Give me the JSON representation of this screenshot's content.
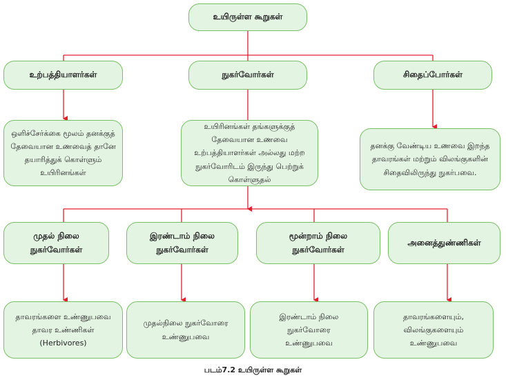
{
  "root": "உயிருள்ள கூறுகள்",
  "level2": [
    {
      "title": "உற்பத்தியாளர்கள்",
      "description": "ஒளிச்சேர்க்கை மூலம் தனக்குத் தேவையான உணவைத் தானே தயாரித்துக் கொள்ளும் உயிரினங்கள்"
    },
    {
      "title": "நுகர்வோர்கள்",
      "description": "உயிரினங்கள் தங்களுக்குத் தேவையான உணவை உற்பத்தியாளர்கள் அல்லது மற்ற நுகர்வோரிடம் இருந்து பெற்றுக் கொள்ளுதல்"
    },
    {
      "title": "சிதைப்போர்கள்",
      "description": "தனக்கு வேண்டிய உணவை இறந்த தாவரங்கள் மற்றும் விலங்குகளின் சிதைவிலிருந்து நுகர்பவை."
    }
  ],
  "level3": [
    {
      "title": "முதல் நிலை நுகர்வோர்கள்",
      "description": "தாவரங்களை உண்ணுபவை தாவர உண்ணிகள் (Herbivores)"
    },
    {
      "title": "இரண்டாம் நிலை நுகர்வோர்கள்",
      "description": "முதல்நிலை நுகர்வோரை உண்ணுபவை"
    },
    {
      "title": "மூன்றாம் நிலை நுகர்வோர்கள்",
      "description": "இரண்டாம் நிலை நுகர்வோரை உண்ணுபவை"
    },
    {
      "title": "அனைத்துண்ணிகள்",
      "description": "தாவரங்களையும், விலங்குகளையும் உண்ணுபவை"
    }
  ],
  "caption": "படம்7.2 உயிருள்ள கூறுகள்",
  "colors": {
    "line": "#e0202a",
    "box_fill": "#e4f4e3",
    "box_border": "#79bf66"
  }
}
